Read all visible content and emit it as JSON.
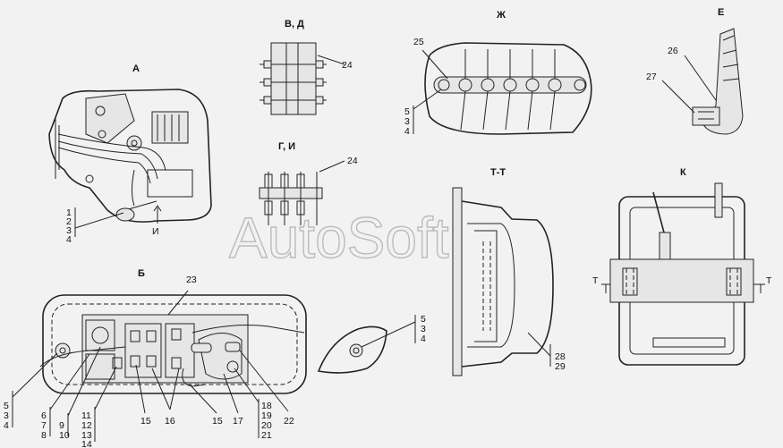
{
  "watermark": "AutoSoft",
  "views": {
    "a": "А",
    "vd": "В, Д",
    "zh": "Ж",
    "e": "Е",
    "gi": "Г, И",
    "tt": "Т-Т",
    "k": "К",
    "b": "Б"
  },
  "view_a": {
    "numbers": [
      "1",
      "2",
      "3",
      "4"
    ],
    "arrow_label": "И"
  },
  "view_vd": {
    "callout": "24"
  },
  "view_gi": {
    "callout": "24"
  },
  "view_zh": {
    "callout_top": "25",
    "numbers": [
      "5",
      "3",
      "4"
    ]
  },
  "view_e": {
    "callout_top": "26",
    "callout_left": "27"
  },
  "view_tt": {
    "numbers": [
      "28",
      "29"
    ]
  },
  "view_k": {
    "left_mark": "Т",
    "right_mark": "Т"
  },
  "view_b": {
    "callout_top": "23",
    "left_numbers": [
      "5",
      "3",
      "4"
    ],
    "col_6": [
      "6",
      "7",
      "8"
    ],
    "col_9": [
      "9",
      "10"
    ],
    "col_11": [
      "11",
      "12",
      "13",
      "14"
    ],
    "n15a": "15",
    "n16": "16",
    "n15b": "15",
    "n17": "17",
    "col_18": [
      "18",
      "19",
      "20",
      "21"
    ],
    "n22": "22"
  },
  "detail_small": {
    "numbers": [
      "5",
      "3",
      "4"
    ]
  }
}
